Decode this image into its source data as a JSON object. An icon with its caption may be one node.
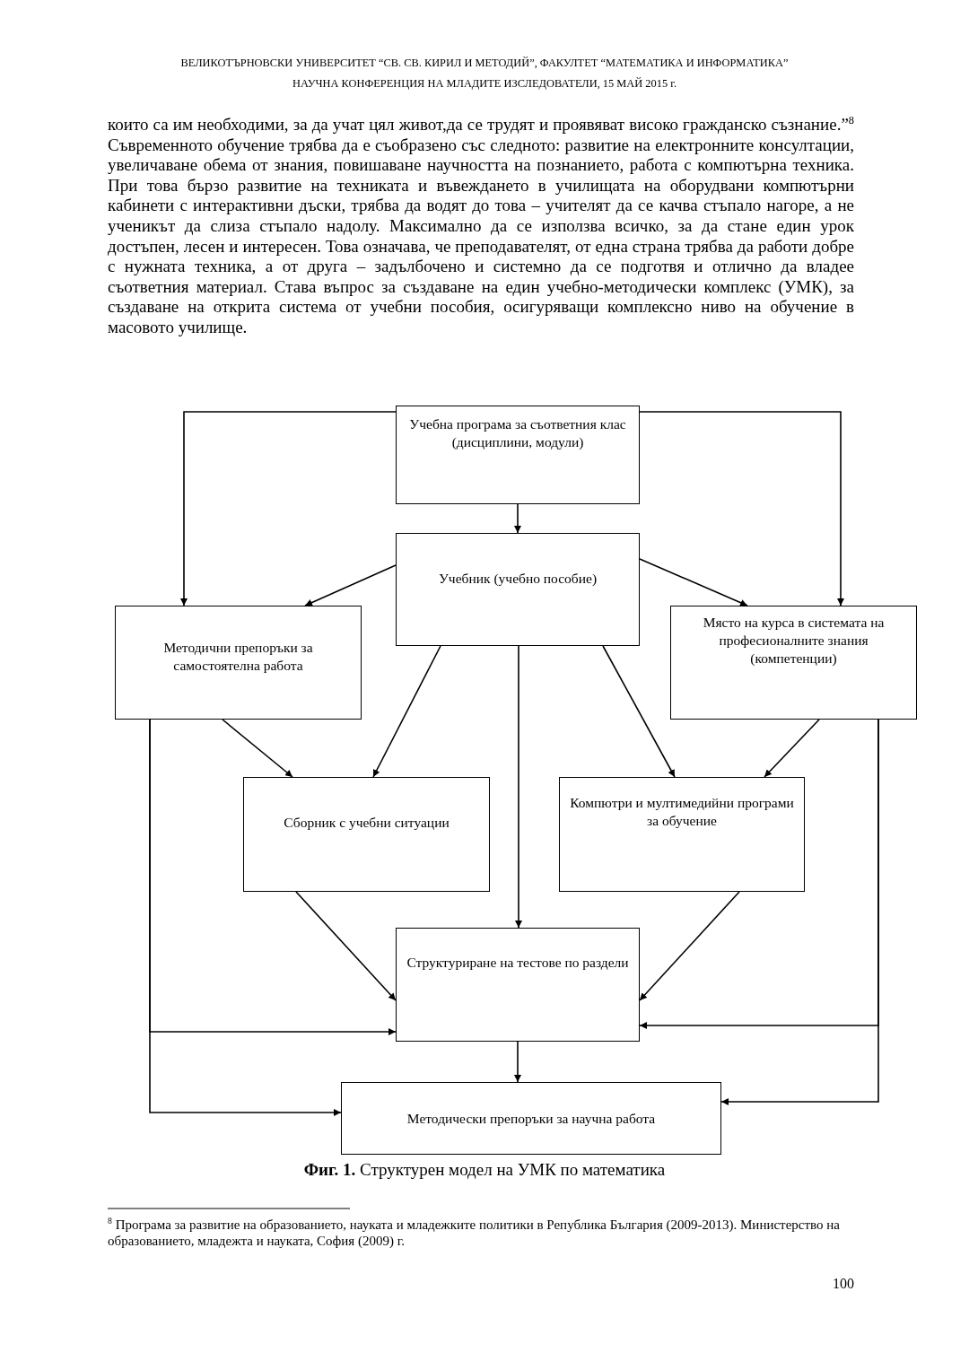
{
  "diagram": {
    "caption": "**Фиг. 1.** Структурен модел на УМК по математика",
    "nodes": [
      {
        "text": [
          "Учебна програма за съответния клас (дисциплини, модули)"
        ]
      },
      {
        "text": [
          "Учебник (учебно пособие)"
        ]
      },
      {
        "text": [
          "Методични препоръки за самостоятелна работа"
        ]
      },
      {
        "text": [
          "Място на курса в системата на професионалните знания (компетенции)"
        ]
      },
      {
        "text": [
          "Сборник с учебни ситуации"
        ]
      },
      {
        "text": [
          "Компютри и мултимедийни програми за обучение"
        ]
      },
      {
        "text": [
          "Структуриране на тестове по раздели"
        ]
      },
      {
        "text": [
          "Методически препоръки за научна работа"
        ]
      }
    ],
    "edges": [
      {
        "from": 0,
        "to": 1,
        "arrow": "to"
      },
      {
        "from": 0,
        "to": 2,
        "arrow": "to"
      },
      {
        "from": 0,
        "to": 3,
        "arrow": "to"
      },
      {
        "from": 1,
        "to": 2,
        "arrow": "to"
      },
      {
        "from": 1,
        "to": 3,
        "arrow": "to"
      },
      {
        "from": 1,
        "to": 4,
        "arrow": "to"
      },
      {
        "from": 1,
        "to": 6,
        "arrow": "to"
      },
      {
        "from": 1,
        "to": 5,
        "arrow": "to"
      },
      {
        "from": 2,
        "to": 4,
        "arrow": "to"
      },
      {
        "from": 3,
        "to": 5,
        "arrow": "to"
      },
      {
        "from": 4,
        "to": 6,
        "arrow": "to"
      },
      {
        "from": 5,
        "to": 6,
        "arrow": "to"
      },
      {
        "from": 2,
        "to": 6,
        "arrow": "to"
      },
      {
        "from": 2,
        "to": 7,
        "arrow": "to"
      },
      {
        "from": 3,
        "to": 6,
        "arrow": "to"
      },
      {
        "from": 3,
        "to": 7,
        "arrow": "to"
      },
      {
        "from": 6,
        "to": 7,
        "arrow": "to"
      }
    ],
    "labels": [
      "ВЕЛИКОТЪРНОВСКИ УНИВЕРСИТЕТ “СВ. СВ. КИРИЛ И МЕТОДИЙ”, ФАКУЛТЕТ “МАТЕМАТИКА И ИНФОРМАТИКА”",
      "НАУЧНА КОНФЕРЕНЦИЯ НА МЛАДИТЕ ИЗСЛЕДОВАТЕЛИ, 15 МАЙ 2015 г.",
      "които са им необходими, за да учат цял живот,да се трудят и проявяват високо гражданско съзнание.”$^{8}$ Съвременното обучение трябва да е съобразено със следното: развитие на електронните консултации, увеличаване обема от знания, повишаване научността на познанието, работа с компютърна техника. При това бързо развитие на техниката и въвеждането в училищата на оборудвани компютърни кабинети с интерактивни дъски, трябва да водят до това – учителят да се качва стъпало нагоре, а не ученикът да слиза стъпало надолу. Максимално да се използва всичко, за да стане един урок достъпен, лесен и интересен. Това означава, че преподавателят, от една страна трябва да работи добре с нужната техника, а от друга – задълбочено и системно да се подготвя и отлично да владее съответния материал. Става въпрос за създаване на един учебно-методически комплекс (УМК), за създаване на открита система от учебни пособия, осигуряващи комплексно ниво на обучение в масовото училище.",
      "$^{8}$ Програма за развитие на образованието, науката и младежките политики в Република България (2009-2013). Министерство на образованието, младежта и науката, София (2009) г.",
      "100"
    ]
  }
}
